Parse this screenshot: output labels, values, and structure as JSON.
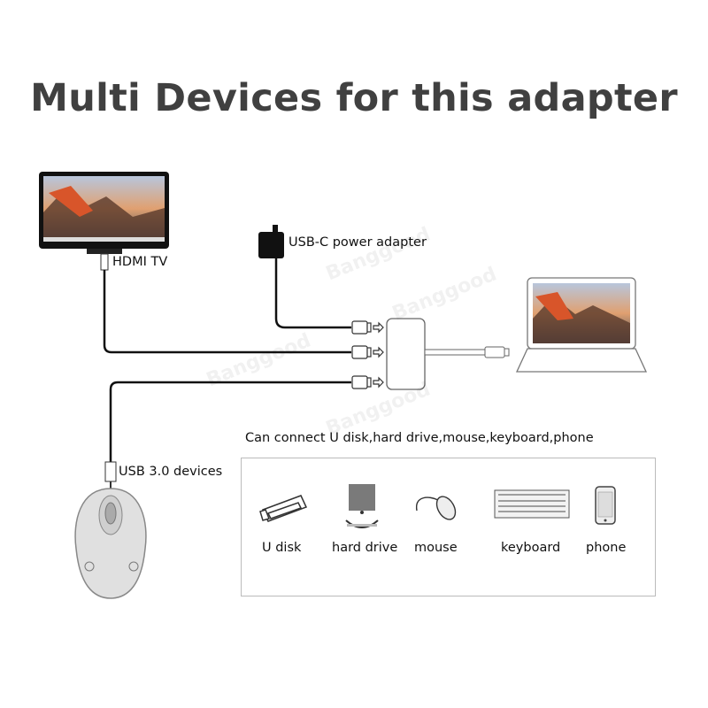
{
  "title": "Multi Devices for this adapter",
  "labels": {
    "hdmi_tv": "HDMI TV",
    "power_adapter": "USB-C power adapter",
    "usb_devices": "USB 3.0 devices",
    "can_connect": "Can connect U disk,hard drive,mouse,keyboard,phone"
  },
  "devices": [
    {
      "label": "U disk",
      "icon": "usb-drive-icon"
    },
    {
      "label": "hard drive",
      "icon": "hard-drive-icon"
    },
    {
      "label": "mouse",
      "icon": "mouse-icon"
    },
    {
      "label": "keyboard",
      "icon": "keyboard-icon"
    },
    {
      "label": "phone",
      "icon": "phone-icon"
    }
  ],
  "watermark": "Banggood .com"
}
